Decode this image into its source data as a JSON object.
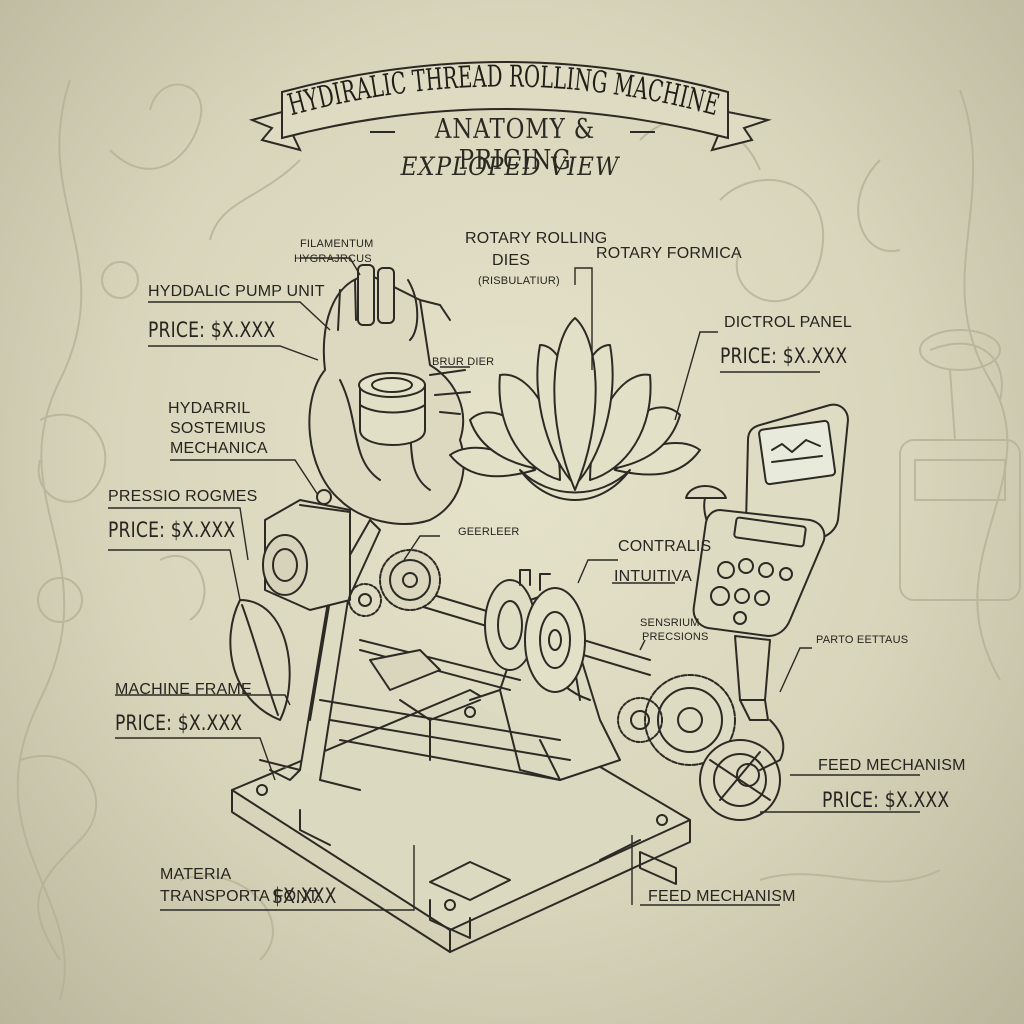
{
  "header": {
    "title": "HYDIRALIC THREAD ROLLING MACHINE",
    "subtitle": "ANATOMY & PRICING",
    "view": "EXPLOPED VIEW"
  },
  "labels": {
    "filamentum": "FILAMENTUM",
    "hydrajrcus": "HYGRAJRCUS",
    "rotary_rolling": "ROTARY ROLLING",
    "dies": "DIES",
    "risbulatur": "(RISBULATIUR)",
    "rotary_formica": "ROTARY FORMICA",
    "pump_unit": "HYDDALIC PUMP UNIT",
    "pump_price": "PRICE: $X.XXX",
    "control_panel": "DICTROL PANEL",
    "panel_price": "PRICE: $X.XXX",
    "brur_dier": "BRUR DIER",
    "hydarril": "HYDARRIL",
    "sostemius": "SOSTEMIUS",
    "mechanica": "MECHANICA",
    "pressio": "PRESSIO ROGMES",
    "pressio_price": "PRICE: $X.XXX",
    "geerleer": "GEERLEER",
    "contralis": "CONTRALIS",
    "intuitiva": "INTUITIVA",
    "sensrium": "SENSRIUM",
    "precsions": "PRECSIONS",
    "parto": "PARTO EETTAUS",
    "frame": "MACHINE FRAME",
    "frame_price": "PRICE: $X.XXX",
    "feed_right": "FEED MECHANISM",
    "feed_price": "PRICE: $X.XXX",
    "materia": "MATERIA",
    "transporta": "TRANSPORTA FONT:",
    "transporta_price": "$X.XXX",
    "feed_bottom": "FEED MECHANISM"
  },
  "colors": {
    "ink": "#2b2a24",
    "paper": "#d9d6bd",
    "ghost": "#b4b196",
    "lcd": "#e8eadb"
  }
}
